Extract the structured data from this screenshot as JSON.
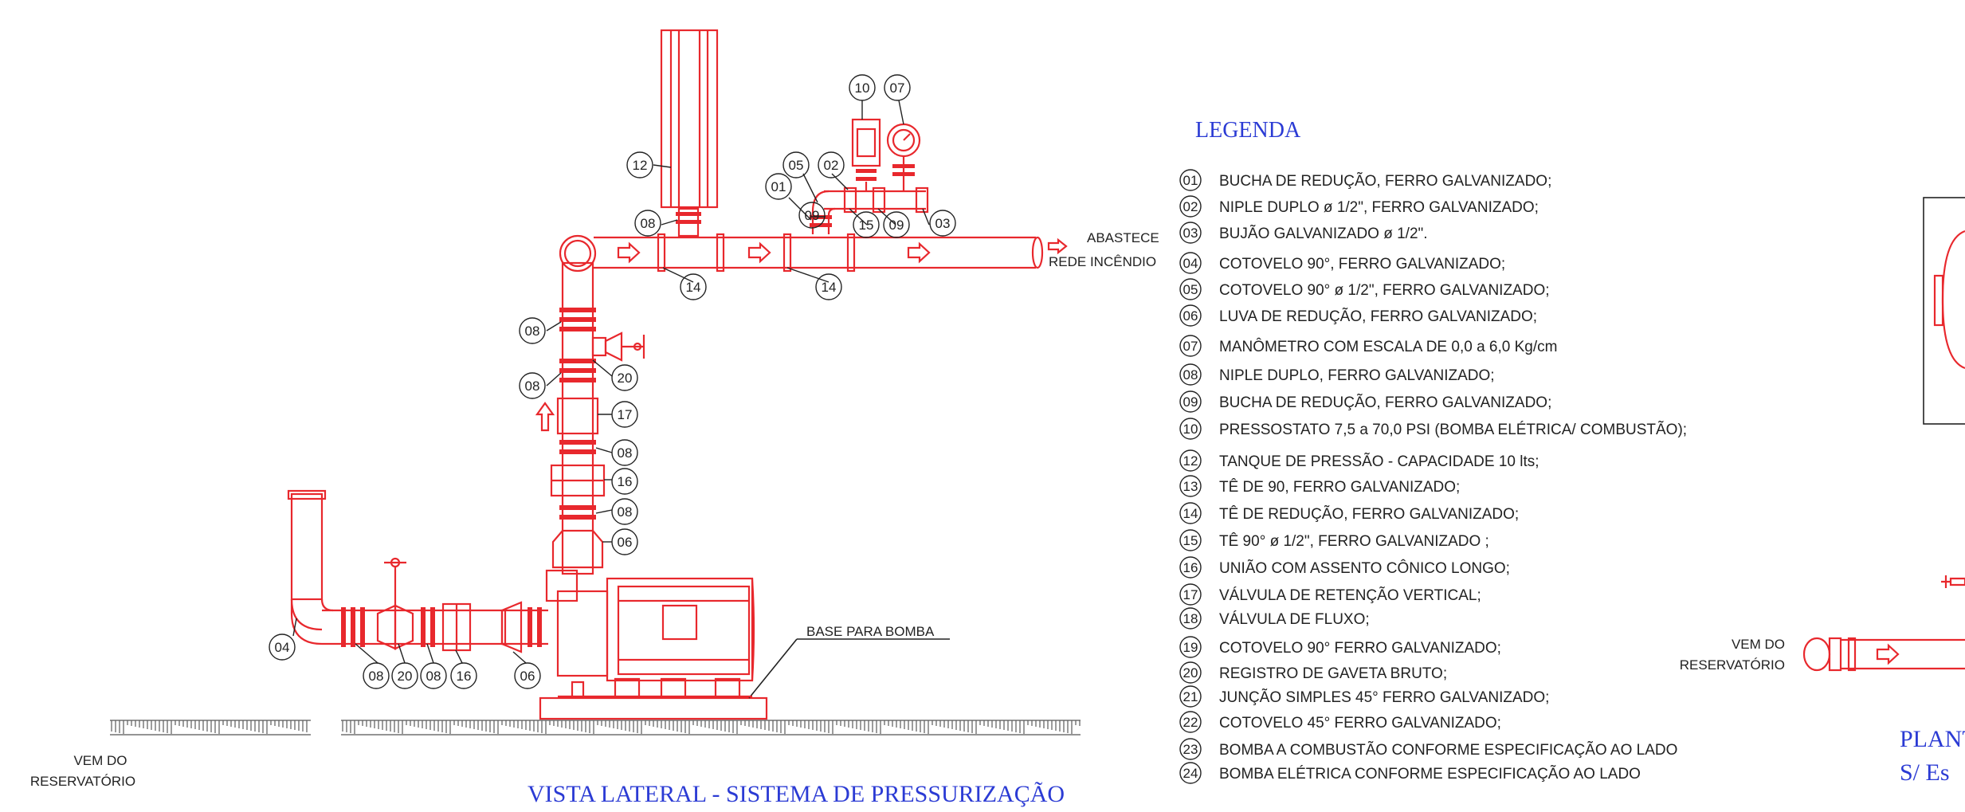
{
  "legend": {
    "title": "LEGENDA",
    "items": [
      {
        "num": "01",
        "text": "BUCHA DE REDUÇÃO, FERRO GALVANIZADO;"
      },
      {
        "num": "02",
        "text": "NIPLE DUPLO ø 1/2\", FERRO GALVANIZADO;"
      },
      {
        "num": "03",
        "text": "BUJÃO GALVANIZADO ø 1/2\"."
      },
      {
        "num": "04",
        "text": "COTOVELO 90°, FERRO GALVANIZADO;"
      },
      {
        "num": "05",
        "text": "COTOVELO 90° ø 1/2\", FERRO GALVANIZADO;"
      },
      {
        "num": "06",
        "text": "LUVA DE REDUÇÃO, FERRO GALVANIZADO;"
      },
      {
        "num": "07",
        "text": "MANÔMETRO COM ESCALA DE 0,0 a 6,0 Kg/cm"
      },
      {
        "num": "08",
        "text": "NIPLE DUPLO, FERRO GALVANIZADO;"
      },
      {
        "num": "09",
        "text": "BUCHA DE REDUÇÃO, FERRO GALVANIZADO;"
      },
      {
        "num": "10",
        "text": "PRESSOSTATO 7,5 a 70,0 PSI (BOMBA ELÉTRICA/ COMBUSTÃO);"
      },
      {
        "num": "12",
        "text": "TANQUE DE PRESSÃO - CAPACIDADE 10 lts;"
      },
      {
        "num": "13",
        "text": "TÊ DE 90, FERRO GALVANIZADO;"
      },
      {
        "num": "14",
        "text": "TÊ DE REDUÇÃO, FERRO GALVANIZADO;"
      },
      {
        "num": "15",
        "text": "TÊ 90° ø 1/2\", FERRO GALVANIZADO ;"
      },
      {
        "num": "16",
        "text": "UNIÃO COM ASSENTO CÔNICO LONGO;"
      },
      {
        "num": "17",
        "text": "VÁLVULA DE RETENÇÃO VERTICAL;"
      },
      {
        "num": "18",
        "text": "VÁLVULA DE FLUXO;"
      },
      {
        "num": "19",
        "text": "COTOVELO 90° FERRO GALVANIZADO;"
      },
      {
        "num": "20",
        "text": "REGISTRO DE GAVETA BRUTO;"
      },
      {
        "num": "21",
        "text": "JUNÇÃO SIMPLES 45° FERRO GALVANIZADO;"
      },
      {
        "num": "22",
        "text": "COTOVELO 45° FERRO GALVANIZADO;"
      },
      {
        "num": "23",
        "text": "BOMBA A COMBUSTÃO CONFORME ESPECIFICAÇÃO AO LADO"
      },
      {
        "num": "24",
        "text": "BOMBA ELÉTRICA CONFORME ESPECIFICAÇÃO AO LADO"
      }
    ]
  },
  "drawing": {
    "title": "VISTA LATERAL - SISTEMA DE PRESSURIZAÇÃO",
    "abastece_line1": "ABASTECE",
    "abastece_line2": "REDE INCÊNDIO",
    "base_label": "BASE PARA BOMBA",
    "reservoir_line1": "VEM DO",
    "reservoir_line2": "RESERVATÓRIO",
    "bubbles": {
      "b12": "12",
      "b10": "10",
      "b07": "07",
      "b05": "05",
      "b02": "02",
      "b01": "01",
      "b09a": "09",
      "b15": "15",
      "b09b": "09",
      "b03": "03",
      "b08top": "08",
      "b14a": "14",
      "b14b": "14",
      "b08a": "08",
      "b20v": "20",
      "b08b": "08",
      "b17": "17",
      "b08c": "08",
      "b16v": "16",
      "b08d": "08",
      "b06v": "06",
      "b04": "04",
      "b08e": "08",
      "b20h": "20",
      "b08f": "08",
      "b16h": "16",
      "b06h": "06"
    }
  },
  "plan": {
    "reservoir_line1": "VEM DO",
    "reservoir_line2": "RESERVATÓRIO",
    "title_line1": "PLANT",
    "title_line2": "S/ Es"
  },
  "colors": {
    "pipe": "#e8282d",
    "title": "#2b3bd4",
    "text": "#222222"
  }
}
